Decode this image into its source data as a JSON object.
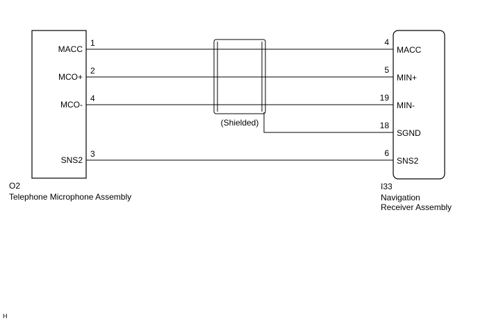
{
  "left_component": {
    "code": "O2",
    "name": "Telephone Microphone Assembly",
    "pins": [
      {
        "label": "MACC",
        "number": "1"
      },
      {
        "label": "MCO+",
        "number": "2"
      },
      {
        "label": "MCO-",
        "number": "4"
      },
      {
        "label": "SNS2",
        "number": "3"
      }
    ]
  },
  "right_component": {
    "code": "I33",
    "name_line1": "Navigation",
    "name_line2": "Receiver Assembly",
    "pins": [
      {
        "label": "MACC",
        "number": "4"
      },
      {
        "label": "MIN+",
        "number": "5"
      },
      {
        "label": "MIN-",
        "number": "19"
      },
      {
        "label": "SGND",
        "number": "18"
      },
      {
        "label": "SNS2",
        "number": "6"
      }
    ]
  },
  "shield_label": "(Shielded)",
  "footer_code": "H"
}
